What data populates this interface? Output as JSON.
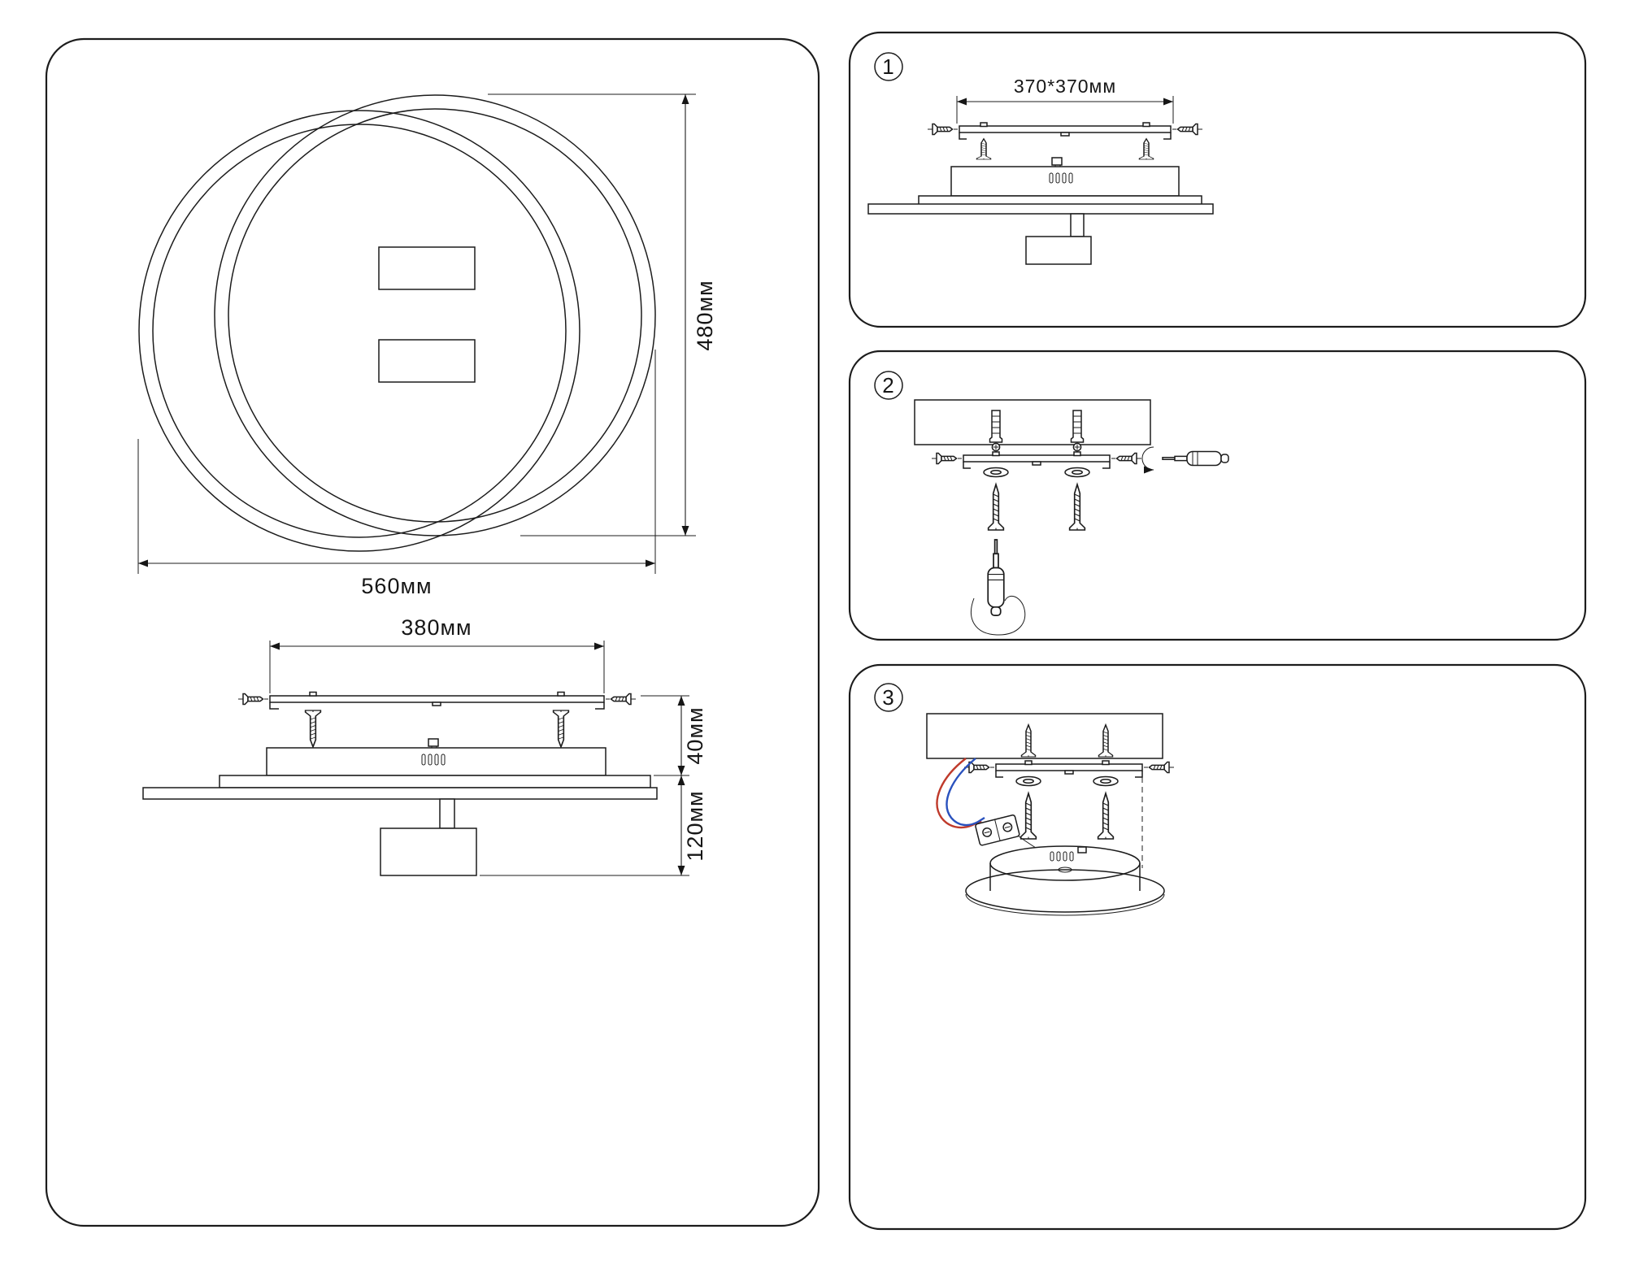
{
  "page": {
    "background": "#ffffff",
    "line_color": "#1c1c1c",
    "wire_red": "#bf3a2b",
    "wire_blue": "#2a52be"
  },
  "main_panel": {
    "top_view": {
      "width_dim": "560мм",
      "height_dim": "480мм"
    },
    "side_view": {
      "width_dim": "380мм",
      "upper_height_dim": "40мм",
      "lower_height_dim": "120мм"
    }
  },
  "steps": [
    {
      "number": "1",
      "bracket_dim": "370*370мм"
    },
    {
      "number": "2"
    },
    {
      "number": "3"
    }
  ],
  "icons": {
    "screw": "mounting-screw-icon",
    "side_screw": "side-fixing-screw-icon",
    "dowel": "wall-plug-icon",
    "screwdriver": "screwdriver-icon",
    "terminal_block": "terminal-block-icon",
    "ceiling": "ceiling-hatch"
  }
}
